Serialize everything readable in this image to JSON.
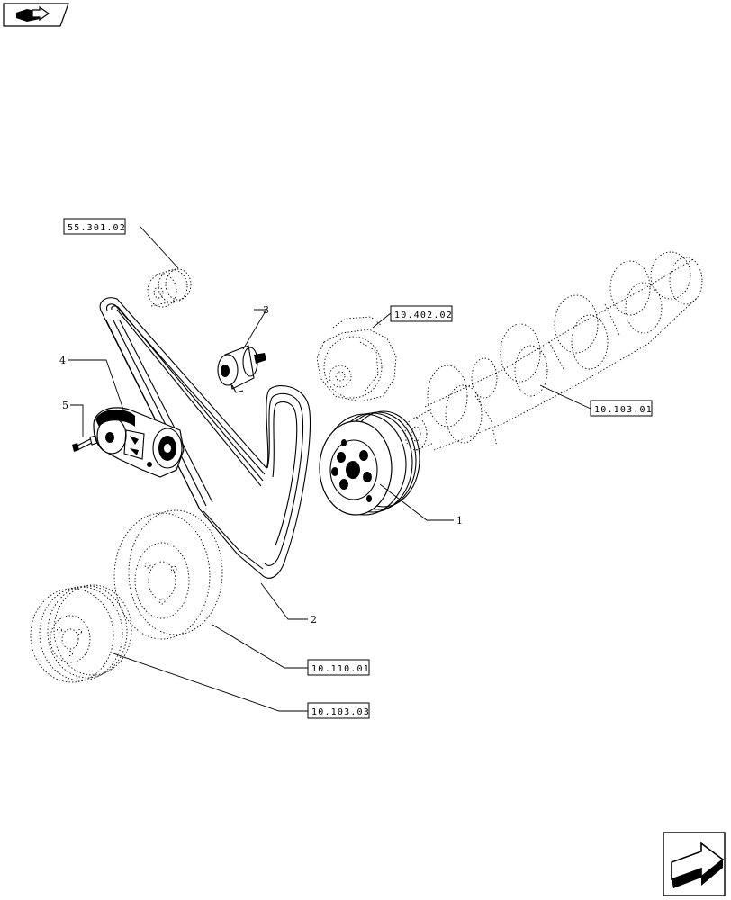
{
  "callouts": [
    {
      "number": "1"
    },
    {
      "number": "2"
    },
    {
      "number": "3"
    },
    {
      "number": "4"
    },
    {
      "number": "5"
    }
  ],
  "references": [
    {
      "code": "55.301.02"
    },
    {
      "code": "10.402.02"
    },
    {
      "code": "10.103.01"
    },
    {
      "code": "10.110.01"
    },
    {
      "code": "10.103.03"
    }
  ],
  "navigation": {
    "prev_icon": "book-pointer-icon",
    "next_icon": "next-page-arrow-icon"
  }
}
